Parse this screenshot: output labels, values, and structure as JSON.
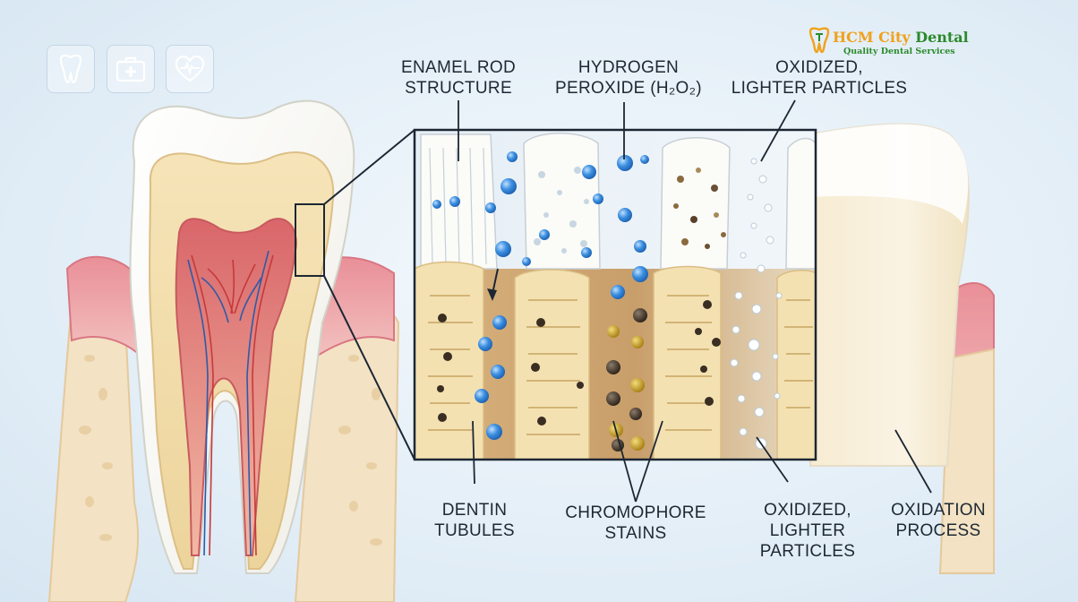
{
  "brand": {
    "name_part1": "HCM City",
    "name_part2": " Dental",
    "tagline": "Quality Dental Services",
    "colors": {
      "orange": "#f0a11a",
      "green": "#2b8a2b"
    }
  },
  "top_icons": [
    "tooth-icon",
    "medical-kit-icon",
    "heart-pulse-icon"
  ],
  "labels": {
    "enamel_rod": "ENAMEL ROD\nSTRUCTURE",
    "hydrogen_peroxide": "HYDROGEN\nPEROXIDE (H₂O₂)",
    "oxidized_top": "OXIDIZED,\nLIGHTER PARTICLES",
    "dentin_tubules": "DENTIN\nTUBULES",
    "chromophore_stains": "CHROMOPHORE\nSTAINS",
    "oxidized_bottom": "OXIDIZED,\nLIGHTER\nPARTICLES",
    "oxidation_process": "OXIDATION\nPROCESS"
  },
  "colors": {
    "enamel": "#fbfaf5",
    "dentin": "#f1dba8",
    "pulp": "#e89a8a",
    "gum": "#eba4a8",
    "bone": "#f5e5c8",
    "peroxide_bubble": "#3d8fe0",
    "stain_dark": "#3a2e22",
    "stain_gold": "#c9a020"
  }
}
